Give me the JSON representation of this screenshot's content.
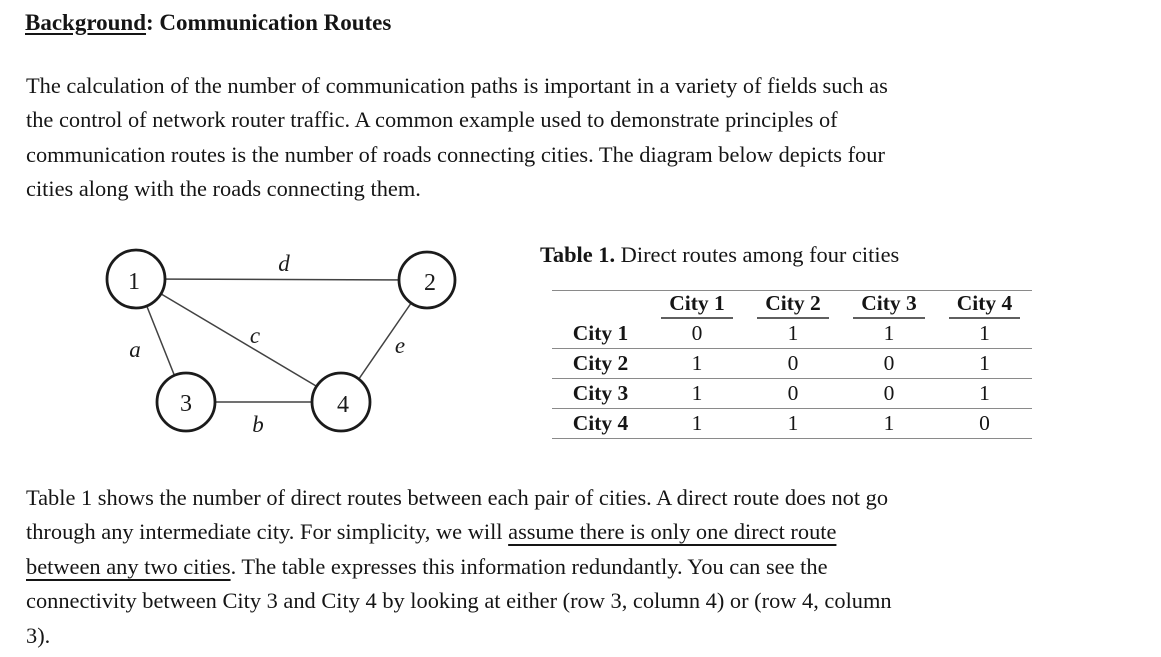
{
  "colors": {
    "background": "#ffffff",
    "text": "#151515",
    "table_rule": "#8a8a8a",
    "header_underline": "#5f5f5f",
    "diagram_stroke": "#1b1b1b"
  },
  "title": {
    "underlined_part": "Background",
    "rest": ": Communication Routes"
  },
  "intro_paragraph": {
    "lines": [
      "The calculation of the number of communication paths is important in a variety of fields such as",
      "the control of network router traffic. A common example used to demonstrate principles of",
      "communication routes is the number of roads connecting cities. The diagram below depicts four",
      "cities along with the roads connecting them."
    ]
  },
  "diagram": {
    "description": "Four cities (nodes 1-4) connected by roads (edges a-e)",
    "nodes": [
      {
        "label": "1"
      },
      {
        "label": "2"
      },
      {
        "label": "3"
      },
      {
        "label": "4"
      }
    ],
    "edges": [
      {
        "label": "d",
        "from": "1",
        "to": "2"
      },
      {
        "label": "a",
        "from": "1",
        "to": "3"
      },
      {
        "label": "c",
        "from": "1",
        "to": "4"
      },
      {
        "label": "b",
        "from": "3",
        "to": "4"
      },
      {
        "label": "e",
        "from": "4",
        "to": "2"
      }
    ]
  },
  "table": {
    "caption_bold": "Table 1.",
    "caption_rest": " Direct routes among four cities",
    "column_headers": [
      "City 1",
      "City 2",
      "City 3",
      "City 4"
    ],
    "rows": [
      {
        "label": "City 1",
        "values": [
          "0",
          "1",
          "1",
          "1"
        ]
      },
      {
        "label": "City 2",
        "values": [
          "1",
          "0",
          "0",
          "1"
        ]
      },
      {
        "label": "City 3",
        "values": [
          "1",
          "0",
          "0",
          "1"
        ]
      },
      {
        "label": "City 4",
        "values": [
          "1",
          "1",
          "1",
          "0"
        ]
      }
    ]
  },
  "body_paragraph": {
    "line1": "Table 1 shows the number of direct routes between each pair of cities. A direct route does not go",
    "line2_normal": "through any intermediate city. For simplicity, we will ",
    "line2_underline": "assume there is only one direct route",
    "line3_underline": "between any two cities",
    "line3_normal": ". The table expresses this information redundantly. You can see the",
    "line4": "connectivity between City 3 and City 4 by looking at either (row 3, column 4) or (row 4, column",
    "line5": "3)."
  }
}
